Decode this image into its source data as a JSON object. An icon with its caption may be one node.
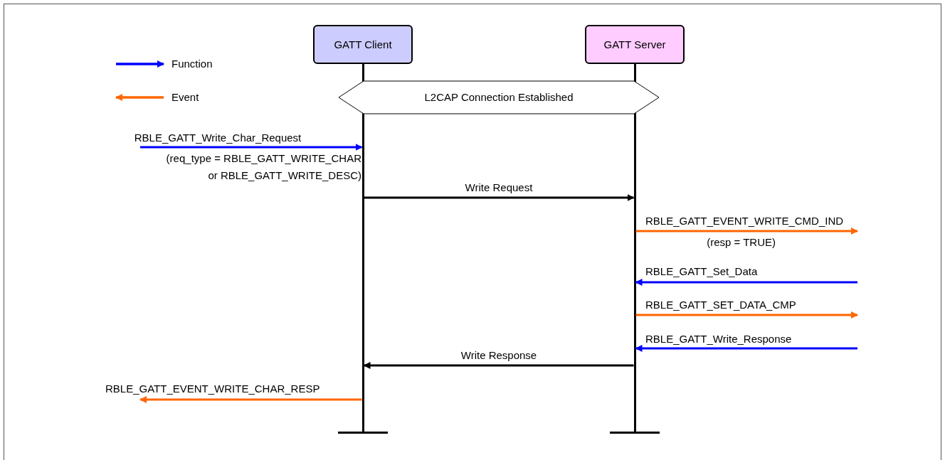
{
  "diagram": {
    "nodes": [
      {
        "text": [
          "GATT Client"
        ]
      },
      {
        "text": [
          "GATT Server"
        ]
      },
      {
        "text": [
          "L2CAP Connection Established"
        ]
      },
      {
        "text": [],
        "shape": "bar"
      },
      {
        "text": [],
        "shape": "bar"
      }
    ],
    "edges": [
      {
        "from": null,
        "to": 3,
        "arrow": "to",
        "label": "RBLE_GATT_Write_Char_Request",
        "color": "#0000ff"
      },
      {
        "from": 3,
        "to": 4,
        "arrow": "to",
        "label": "Write Request",
        "color": "#000000"
      },
      {
        "from": 4,
        "to": null,
        "arrow": "to",
        "label": "RBLE_GATT_EVENT_WRITE_CMD_IND",
        "color": "#ff6600"
      },
      {
        "from": null,
        "to": 4,
        "arrow": "to",
        "label": "RBLE_GATT_Set_Data",
        "color": "#0000ff"
      },
      {
        "from": 4,
        "to": null,
        "arrow": "to",
        "label": "RBLE_GATT_SET_DATA_CMP",
        "color": "#ff6600"
      },
      {
        "from": null,
        "to": 4,
        "arrow": "to",
        "label": "RBLE_GATT_Write_Response",
        "color": "#0000ff"
      },
      {
        "from": 4,
        "to": 3,
        "arrow": "to",
        "label": "Write Response",
        "color": "#000000"
      },
      {
        "from": 3,
        "to": null,
        "arrow": "to",
        "label": "RBLE_GATT_EVENT_WRITE_CHAR_RESP",
        "color": "#ff6600"
      }
    ],
    "labels": [
      "(req_type = RBLE_GATT_WRITE_CHAR or RBLE_GATT_WRITE_DESC)",
      "(resp = TRUE)"
    ],
    "legend": [
      {
        "text": "Function"
      },
      {
        "text": "Event"
      }
    ]
  }
}
